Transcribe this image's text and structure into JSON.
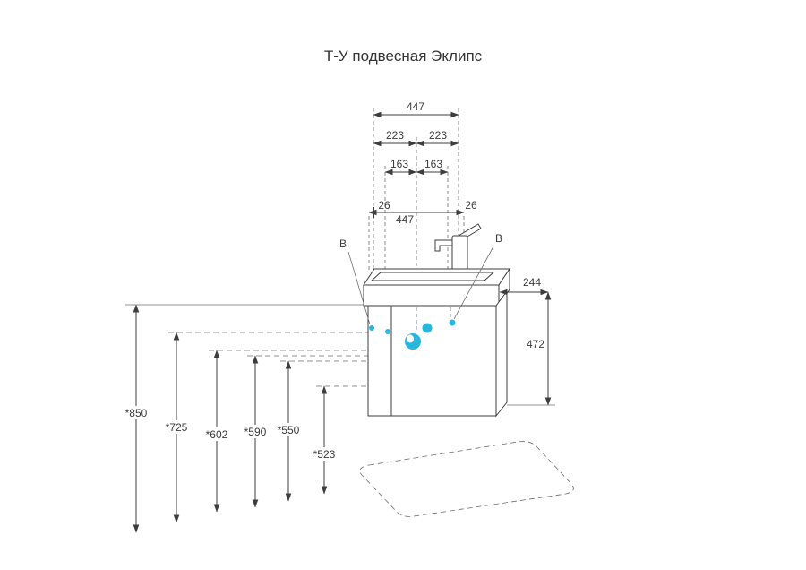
{
  "title": "Т-У подвесная Эклипс",
  "drawing": {
    "top_dimensions": {
      "total_width": "447",
      "half_left": "223",
      "half_right": "223",
      "offset_left": "163",
      "offset_right": "163",
      "overhang_left": "26",
      "cabinet_width": "447",
      "overhang_right": "26"
    },
    "side_dimensions": {
      "depth": "244",
      "height": "472"
    },
    "height_dimensions": [
      "*850",
      "*725",
      "*602",
      "*590",
      "*550",
      "*523"
    ],
    "section_labels": {
      "left": "B",
      "right": "B"
    }
  },
  "colors": {
    "accent_cyan": "#27b7dc",
    "line": "#3d3d3d"
  }
}
